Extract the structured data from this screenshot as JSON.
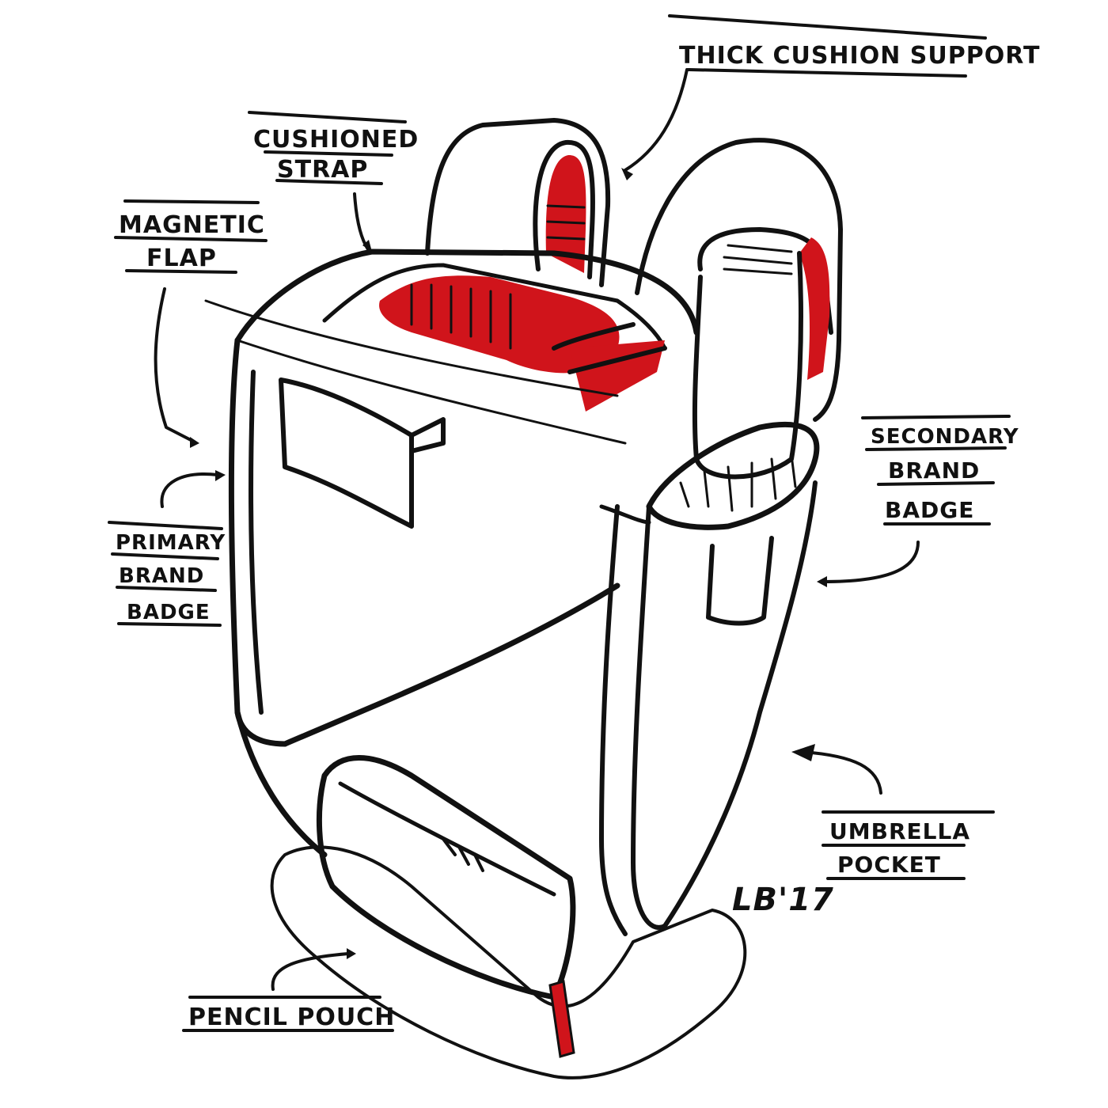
{
  "annotations": {
    "thick_cushion_support": "THICK CUSHION SUPPORT",
    "cushioned_strap": [
      "CUSHIONED",
      "STRAP"
    ],
    "magnetic_flap": [
      "MAGNETIC",
      "FLAP"
    ],
    "primary_brand_badge": [
      "PRIMARY",
      "BRAND",
      "BADGE"
    ],
    "secondary_brand_badge": [
      "SECONDARY",
      "BRAND",
      "BADGE"
    ],
    "umbrella_pocket": [
      "UMBRELLA",
      "POCKET"
    ],
    "pencil_pouch": "PENCIL POUCH"
  },
  "signature": "LB'17",
  "colors": {
    "ink": "#111111",
    "accent_red": "#d0141b",
    "paper": "#ffffff"
  }
}
